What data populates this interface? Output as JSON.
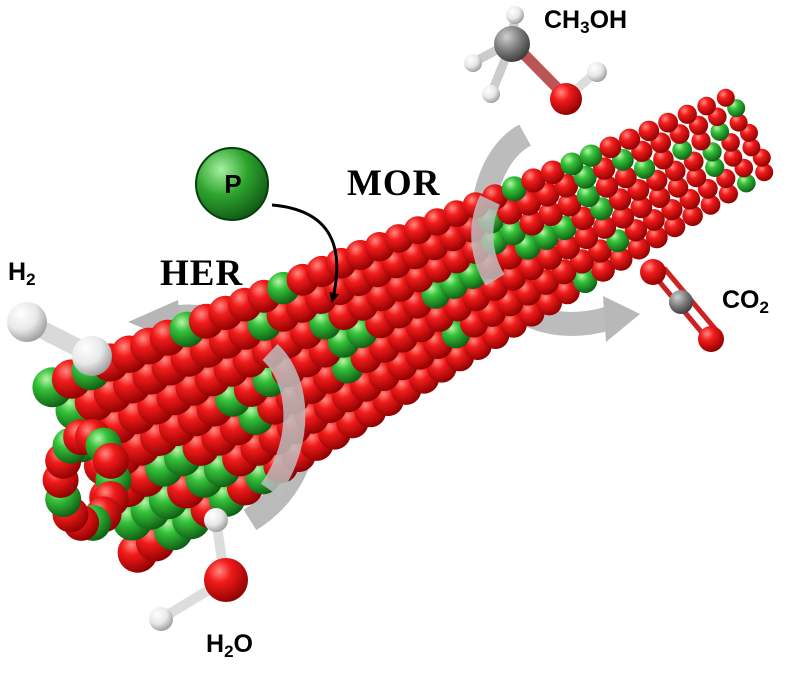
{
  "labels": {
    "hydrogen": {
      "main": "H",
      "sub": "2"
    },
    "methanol": {
      "a": "CH",
      "sub": "3",
      "b": "OH"
    },
    "carbon_dioxide": {
      "main": "CO",
      "sub": "2"
    },
    "water": {
      "main": "H",
      "sub": "2",
      "tail": "O"
    },
    "phosphorus": "P",
    "her": "HER",
    "mor": "MOR"
  },
  "colors": {
    "host_atom": "#e8141a",
    "dopant_atom": "#2bb52f",
    "oxygen_atom": "#e00f0f",
    "hydrogen_atom": "#f4f4f4",
    "carbon_atom": "#7a7a7a",
    "arrow_gray": "#b4b4b4",
    "arrow_black": "#000000",
    "phosphorus_ball": "#2a9c2a"
  },
  "icons": [
    "phosphorus-atom-icon",
    "hydrogen-molecule-icon",
    "methanol-molecule-icon",
    "co2-molecule-icon",
    "water-molecule-icon",
    "nanorod-icon"
  ]
}
